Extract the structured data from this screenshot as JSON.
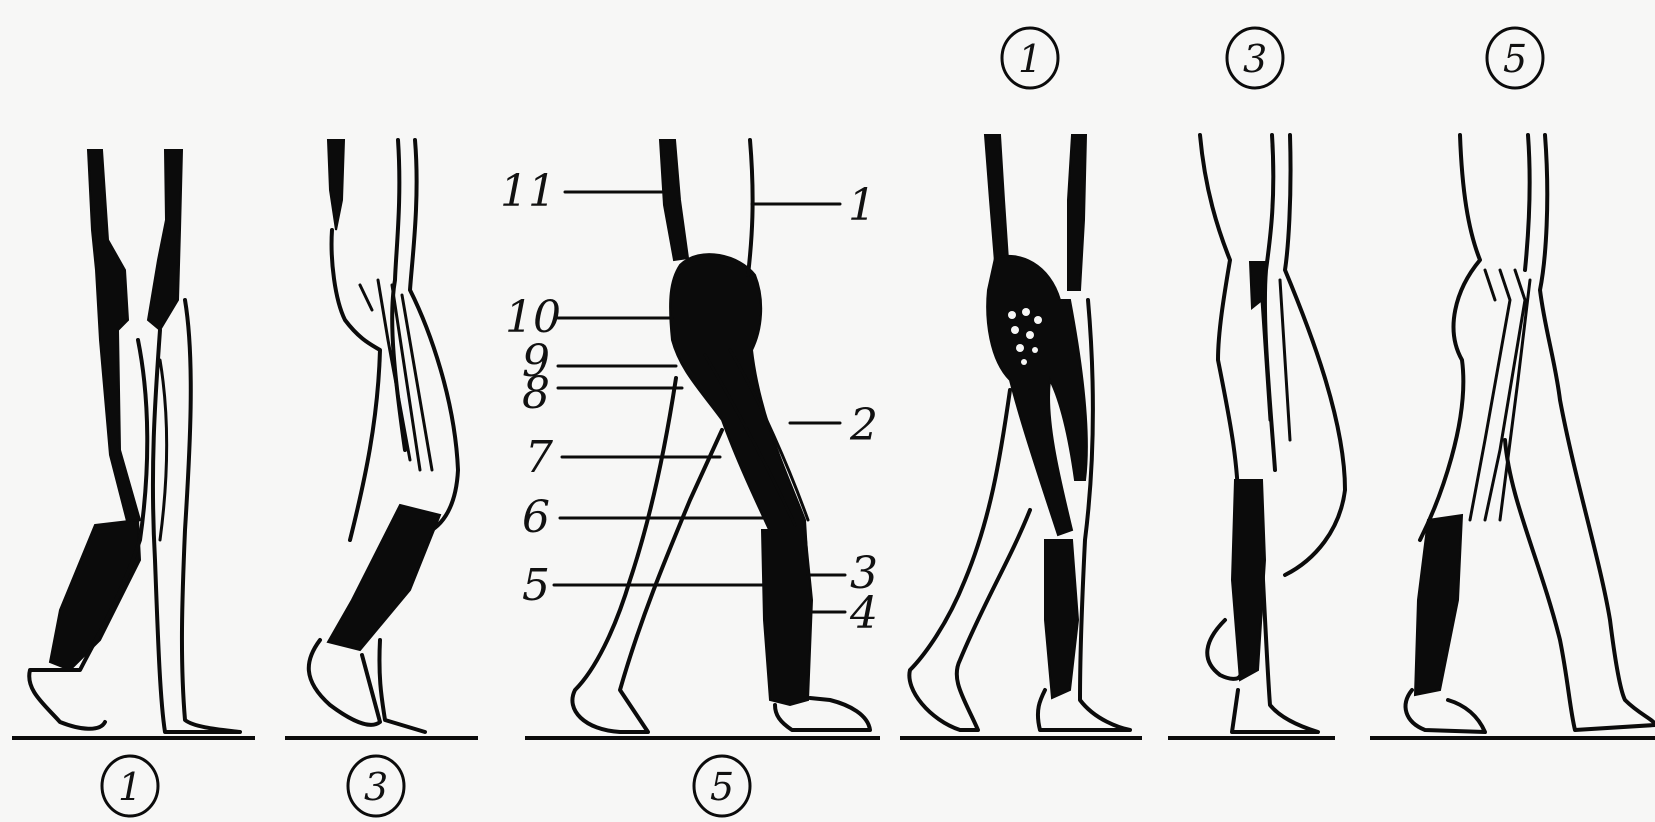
{
  "figures": [
    {
      "id": "left-1",
      "caption": "1"
    },
    {
      "id": "left-3",
      "caption": "3"
    },
    {
      "id": "left-5",
      "caption": "5"
    },
    {
      "id": "right-1",
      "caption": "1"
    },
    {
      "id": "right-3",
      "caption": "3"
    },
    {
      "id": "right-5",
      "caption": "5"
    }
  ],
  "callouts": {
    "left": [
      "11",
      "10",
      "9",
      "8",
      "7",
      "6",
      "5"
    ],
    "right": [
      "1",
      "2",
      "3",
      "4"
    ]
  },
  "colors": {
    "ink": "#0b0b0b",
    "paper": "#f7f7f6"
  }
}
